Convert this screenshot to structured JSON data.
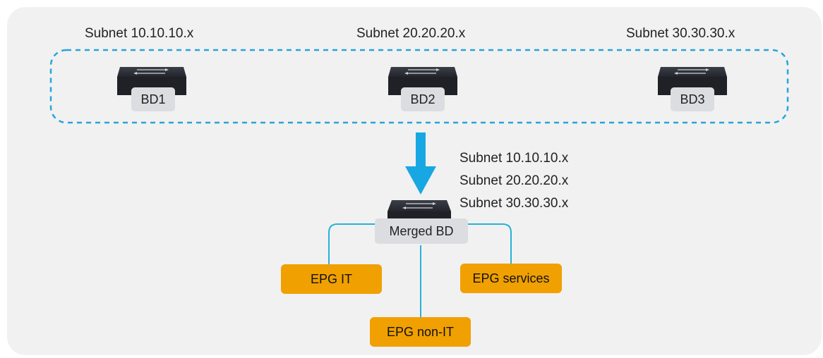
{
  "top_subnets": [
    "Subnet 10.10.10.x",
    "Subnet 20.20.20.x",
    "Subnet 30.30.30.x"
  ],
  "bridge_domains": [
    "BD1",
    "BD2",
    "BD3"
  ],
  "merged": {
    "subnets": [
      "Subnet 10.10.10.x",
      "Subnet 20.20.20.x",
      "Subnet 30.30.30.x"
    ],
    "label": "Merged BD"
  },
  "epgs": {
    "it": "EPG IT",
    "non_it": "EPG non-IT",
    "services": "EPG services"
  },
  "colors": {
    "dashed_border": "#27a4d8",
    "arrow": "#17a8e3",
    "connector": "#27b2d6",
    "epg_fill": "#f0a000",
    "switch_body": "#23252c"
  }
}
